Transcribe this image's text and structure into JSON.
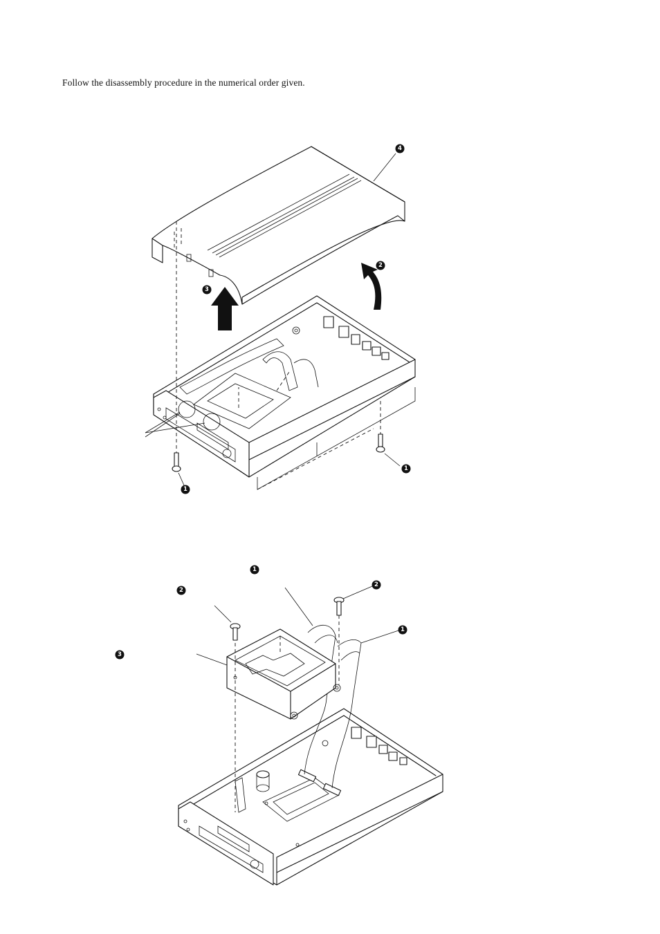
{
  "instruction": "Follow the disassembly procedure in the numerical order given.",
  "figure1": {
    "callouts": [
      "4",
      "2",
      "3",
      "1",
      "1"
    ]
  },
  "figure2": {
    "callouts": [
      "1",
      "2",
      "2",
      "1",
      "3"
    ]
  }
}
